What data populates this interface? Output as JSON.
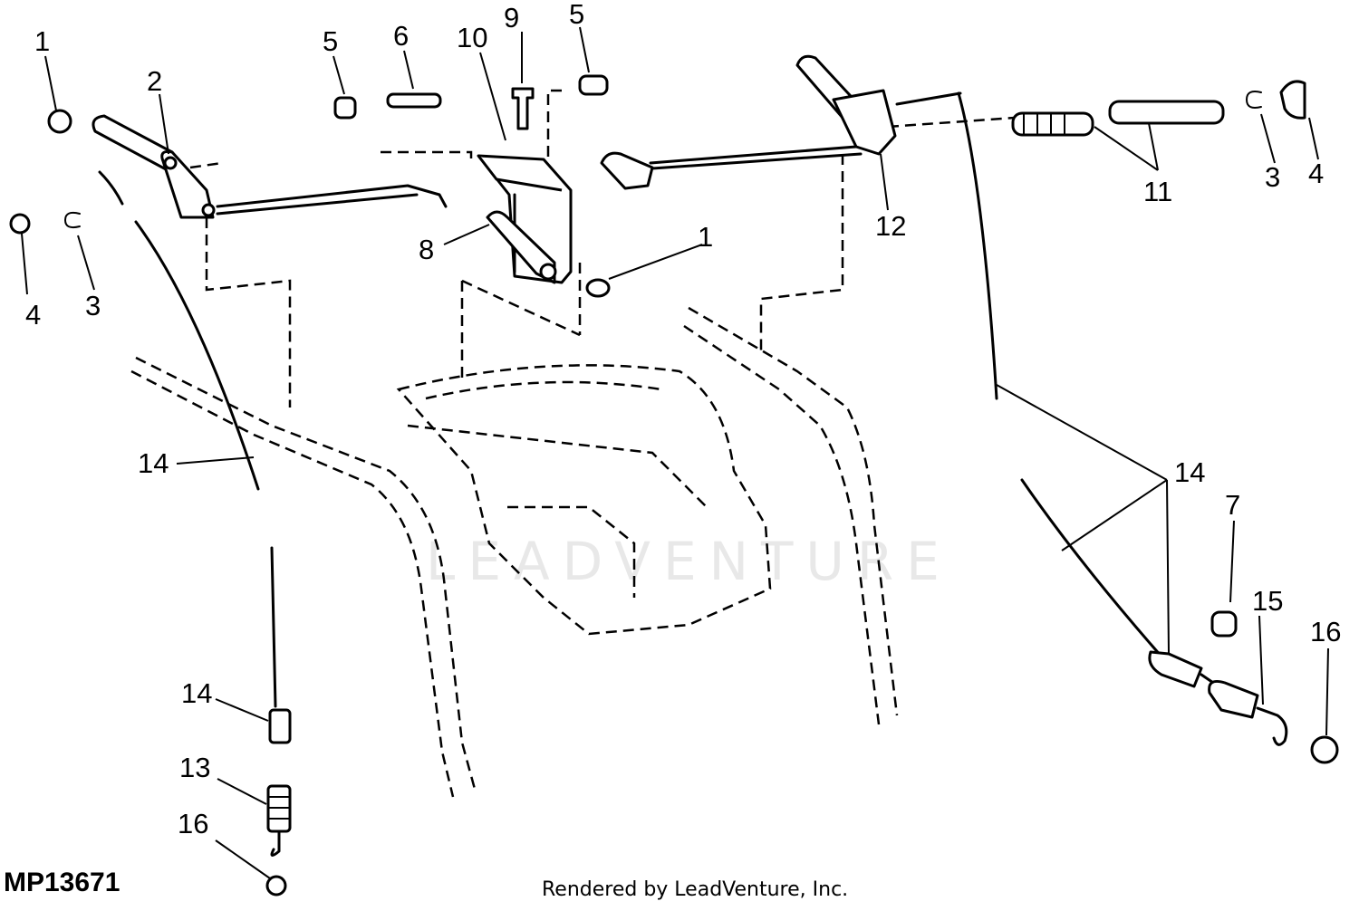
{
  "figure_id": "MP13671",
  "credit": "Rendered by LeadVenture, Inc.",
  "watermark": "LEADVENTURE",
  "callouts": {
    "c1a": "1",
    "c2": "2",
    "c4a": "4",
    "c3a": "3",
    "c5a": "5",
    "c6": "6",
    "c10": "10",
    "c9": "9",
    "c5b": "5",
    "c8": "8",
    "c1b": "1",
    "c12": "12",
    "c11": "11",
    "c3b": "3",
    "c4b": "4",
    "c14a": "14",
    "c14b": "14",
    "c7": "7",
    "c15": "15",
    "c16a": "16",
    "c14c": "14",
    "c13": "13",
    "c16b": "16"
  }
}
